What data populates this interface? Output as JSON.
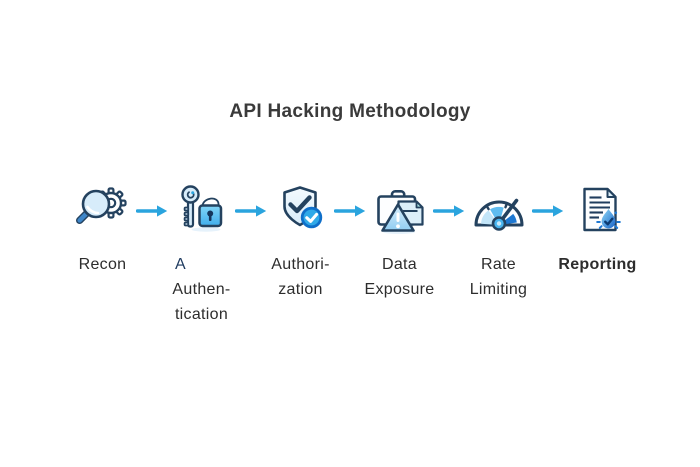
{
  "title": "API Hacking Methodology",
  "flow": {
    "arrow_count": 5,
    "steps": [
      {
        "name": "recon",
        "icon": "magnifier-gear-icon",
        "lines": [
          "Recon"
        ]
      },
      {
        "name": "authentication",
        "icon": "key-lock-icon",
        "prefix": "A",
        "lines": [
          "Authen-",
          "tication"
        ]
      },
      {
        "name": "authorization",
        "icon": "shield-check-icon",
        "lines": [
          "Authori-",
          "zation"
        ]
      },
      {
        "name": "data-exposure",
        "icon": "briefcase-warning-icon",
        "lines": [
          "Data",
          "Exposure"
        ]
      },
      {
        "name": "rate-limiting",
        "icon": "gauge-icon",
        "lines": [
          "Rate",
          "Limiting"
        ]
      },
      {
        "name": "reporting",
        "icon": "document-spark-icon",
        "lines": [
          "Reporting"
        ]
      }
    ]
  },
  "colors": {
    "background": "#FFFFFF",
    "title_text": "#3A3A3A",
    "label_text": "#2D2D2D",
    "prefix_letter": "#1E3A5F",
    "arrow": "#2AA4DE",
    "icon_outline": "#24425F",
    "icon_light_fill": "#D7ECFA",
    "icon_accent": "#35ACE9",
    "icon_dark_accent": "#1E78D2"
  }
}
